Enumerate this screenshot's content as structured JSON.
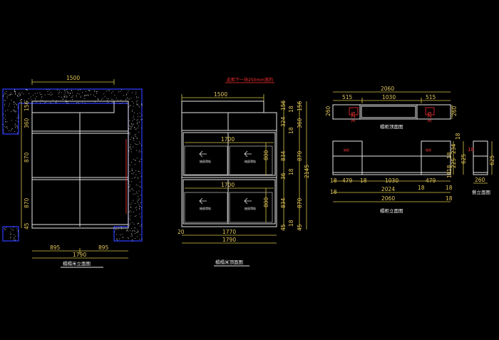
{
  "colors": {
    "background": "#000000",
    "lines": "#e6e6e6",
    "dimension": "#e3c65a",
    "highlight": "#ff3030",
    "wall": "#2d3cff"
  },
  "view1": {
    "caption": "榻榻米立面图",
    "top_width": "1500",
    "left_dims": [
      "156",
      "360",
      "870",
      "870",
      "45"
    ],
    "bottom_dims": [
      "895",
      "895"
    ],
    "bottom_total": "1790"
  },
  "view2": {
    "caption": "榻榻米顶面图",
    "note": "此柜下一块250mm宽的",
    "top_width": "1500",
    "inner_top": "1700",
    "inner_bottom": "1700",
    "drawer_label": "抽屉滑轨",
    "inner_height_top": "800",
    "inner_height_bottom": "800",
    "right_dims_a": [
      "156",
      "18",
      "324",
      "18",
      "834",
      "18",
      "36",
      "834",
      "18",
      "45"
    ],
    "right_dims_b": [
      "156",
      "360",
      "870",
      "870",
      "45"
    ],
    "total_height": "2145",
    "bottom_dims": [
      "20",
      "1770",
      "1790"
    ]
  },
  "view3": {
    "caption_top": "榻柜顶面图",
    "caption_front": "榻柜立面图",
    "caption_side": "侧立面图",
    "total_width": "2060",
    "top_segments": [
      "515",
      "1030",
      "515"
    ],
    "top_depth": "260",
    "top_right_dims": [
      "260"
    ],
    "red_marks": [
      "3.25",
      "3.25"
    ],
    "front_segments": [
      "18",
      "479",
      "18",
      "1030",
      "18",
      "479",
      "18"
    ],
    "front_widths": [
      "2024",
      "2060"
    ],
    "front_heights": [
      "234",
      "18",
      "225",
      "18",
      "18",
      "18",
      "625"
    ],
    "side_dims": [
      "18",
      "625",
      "260"
    ],
    "box_label": "抽屉"
  }
}
